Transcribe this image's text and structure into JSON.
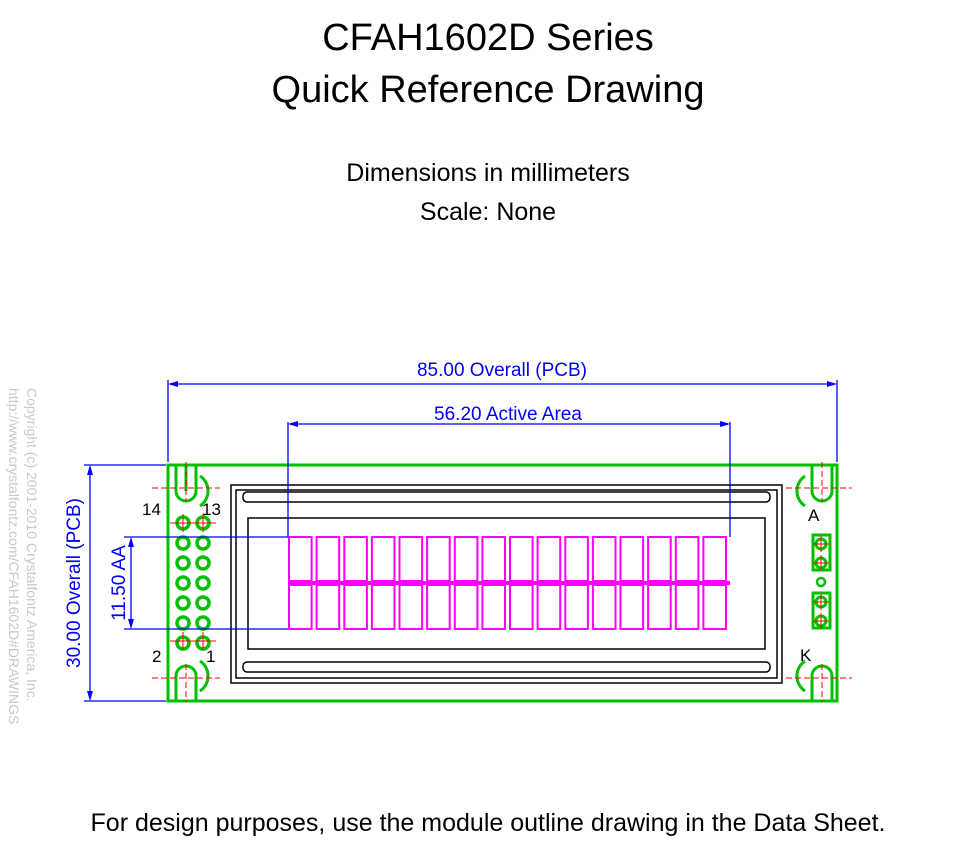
{
  "title_line1": "CFAH1602D Series",
  "title_line2": "Quick Reference Drawing",
  "units_note": "Dimensions in millimeters",
  "scale_note": "Scale: None",
  "footer_note": "For design purposes, use the module outline drawing in the Data Sheet.",
  "copyright": {
    "line1": "Copyright (c) 2001-2010 Crystalfontz America, Inc.",
    "line2": "http://www.crystalfontz.com/CFAH1602D#DRAWINGS"
  },
  "dimensions": {
    "overall_width": "85.00 Overall (PCB)",
    "active_area": "56.20 Active Area",
    "overall_height": "30.00 Overall (PCB)",
    "active_height": "11.50 AA"
  },
  "pin_labels": {
    "pin14": "14",
    "pin13": "13",
    "pin2": "2",
    "pin1": "1",
    "anode": "A",
    "cathode": "K"
  },
  "display": {
    "columns": 16,
    "rows": 2
  },
  "colors": {
    "pcb_outline": "#00c000",
    "dimension": "#0000ff",
    "characters": "#ff00ff",
    "center_marks": "#ff0000",
    "bezel": "#000000"
  }
}
